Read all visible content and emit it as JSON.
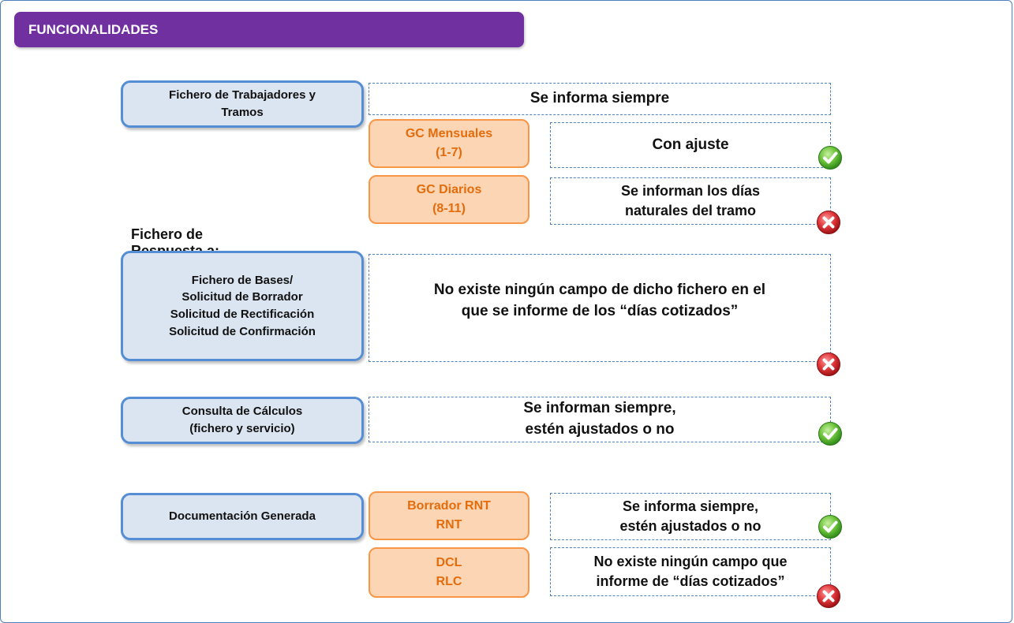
{
  "header": {
    "title": "FUNCIONALIDADES"
  },
  "side_label": "Fichero de\nRespuesta a:",
  "rows": {
    "trabajadores": {
      "label": "Fichero de Trabajadores  y\nTramos",
      "info": "Se informa siempre"
    },
    "gc_mensuales": {
      "label": "GC Mensuales\n(1-7)",
      "info": "Con ajuste",
      "status": "check-icon"
    },
    "gc_diarios": {
      "label": "GC Diarios\n(8-11)",
      "info": "Se informan los días\nnaturales del tramo",
      "status": "cross-icon"
    },
    "bases": {
      "label": "Fichero de Bases/\nSolicitud de Borrador\nSolicitud de Rectificación\nSolicitud de Confirmación",
      "info": "No existe ningún campo de dicho fichero en el\nque se informe de los “días cotizados”",
      "status": "cross-icon"
    },
    "calculos": {
      "label": "Consulta de Cálculos\n(fichero y servicio)",
      "info": "Se informan siempre,\nestén ajustados o no",
      "status": "check-icon"
    },
    "documentacion": {
      "label": "Documentación  Generada"
    },
    "rnt": {
      "label": "Borrador RNT\nRNT",
      "info": "Se informa siempre,\nestén ajustados o no",
      "status": "check-icon"
    },
    "dcl": {
      "label": "DCL\nRLC",
      "info": "No existe ningún campo que\ninforme de “días cotizados”",
      "status": "cross-icon"
    }
  },
  "colors": {
    "header": "#7030a0",
    "blue_fill": "#dbe5f1",
    "blue_border": "#558ed5",
    "orange_fill": "#fcd5b5",
    "orange_border": "#f79646",
    "orange_text": "#e46c0a",
    "check": "#5cb82e",
    "cross": "#d9262b"
  }
}
